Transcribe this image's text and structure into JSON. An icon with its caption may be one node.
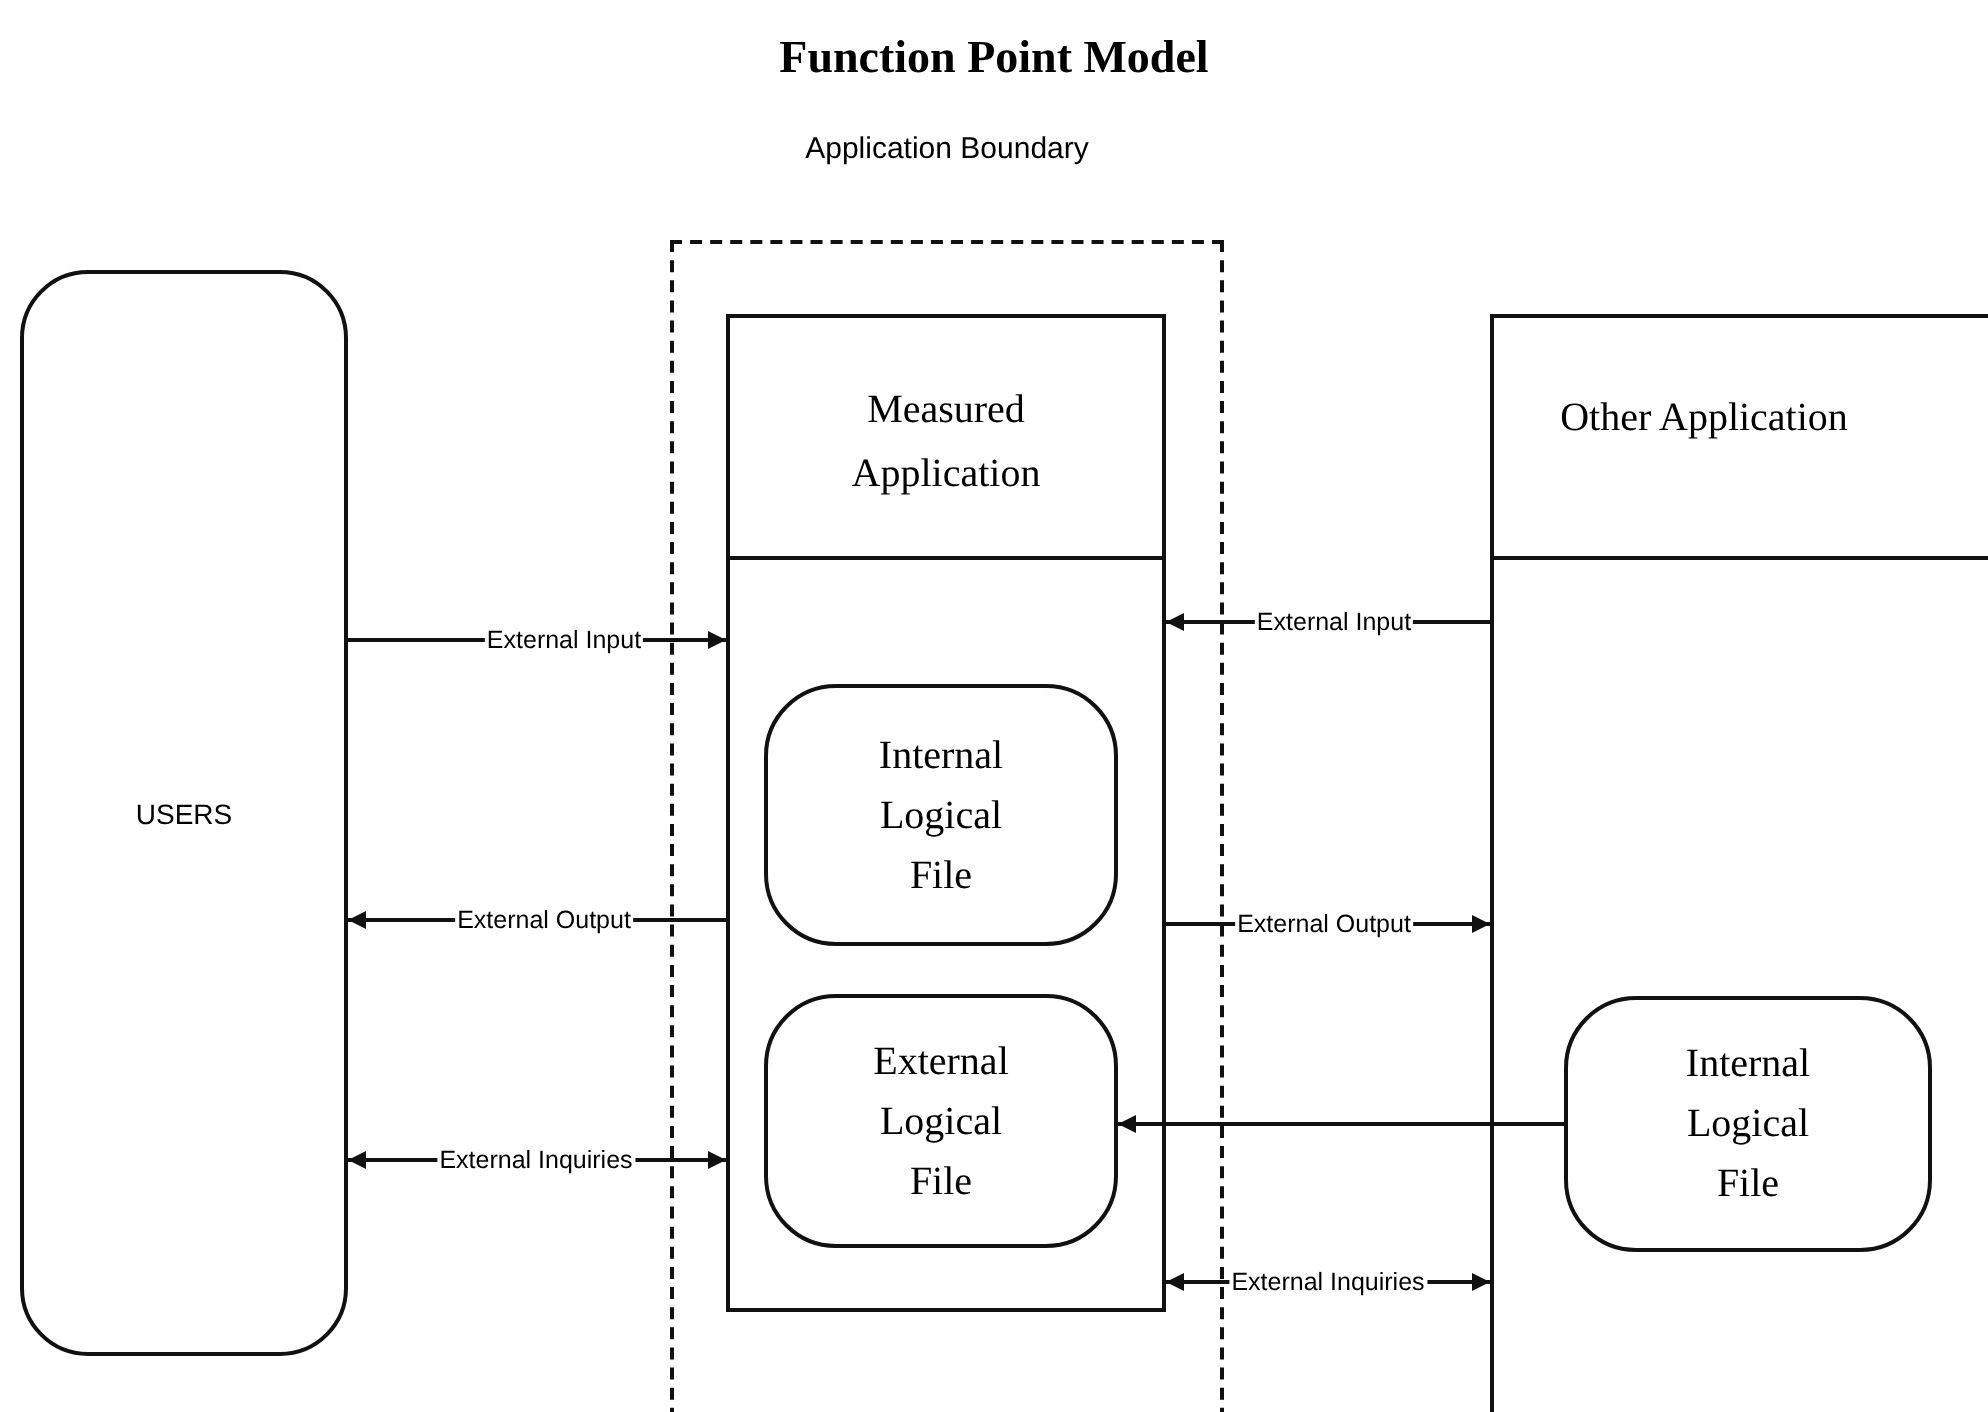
{
  "diagram": {
    "title": "Function Point Model",
    "nodes": [
      {
        "text": [
          "USERS"
        ]
      },
      {
        "text": [
          "Application Boundary"
        ]
      },
      {
        "text": [
          "Measured Application"
        ],
        "in": 1
      },
      {
        "text": [
          "Internal Logical File"
        ],
        "in": 2
      },
      {
        "text": [
          "External Logical File"
        ],
        "in": 2
      },
      {
        "text": [
          "Other Application"
        ]
      },
      {
        "text": [
          "Internal Logical File"
        ],
        "in": 5
      }
    ],
    "edges": [
      {
        "from": 0,
        "to": 2,
        "arrow": "to",
        "label": "External Input"
      },
      {
        "from": 2,
        "to": 0,
        "arrow": "to",
        "label": "External Output"
      },
      {
        "from": 0,
        "to": 2,
        "arrow": "both",
        "label": "External Inquiries"
      },
      {
        "from": 5,
        "to": 2,
        "arrow": "to",
        "label": "External Input"
      },
      {
        "from": 2,
        "to": 5,
        "arrow": "to",
        "label": "External Output"
      },
      {
        "from": 6,
        "to": 4,
        "arrow": "to"
      },
      {
        "from": 2,
        "to": 5,
        "arrow": "both",
        "label": "External Inquiries"
      }
    ]
  }
}
